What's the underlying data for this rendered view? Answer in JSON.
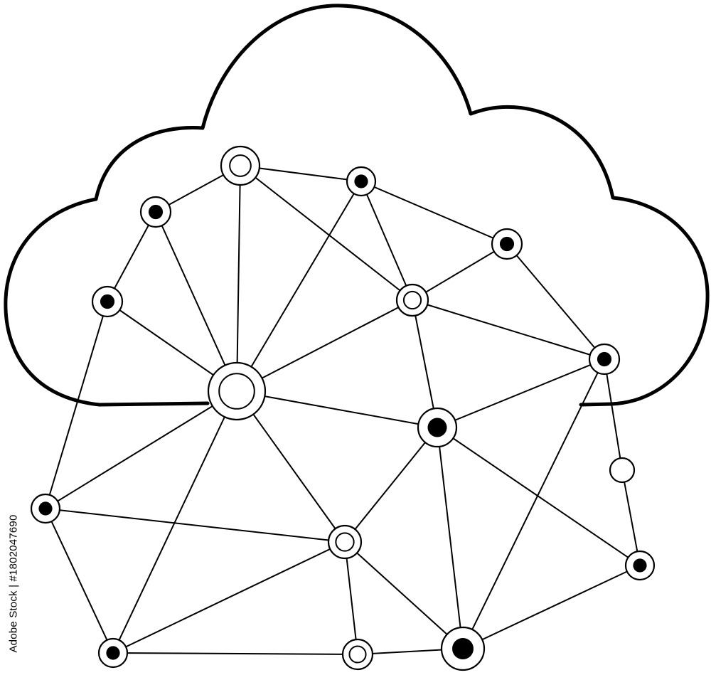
{
  "image": {
    "subject": "cloud-network-icon",
    "style": "black line art on white"
  },
  "stock_id": "Adobe Stock | #1802047690",
  "colors": {
    "line": "#000000",
    "background": "#ffffff"
  },
  "nodes": [
    {
      "id": "n-top",
      "style": "ring"
    },
    {
      "id": "n-topright",
      "style": "dot"
    },
    {
      "id": "n-left-upper",
      "style": "dot"
    },
    {
      "id": "n-left",
      "style": "dot"
    },
    {
      "id": "n-right-upper",
      "style": "dot"
    },
    {
      "id": "n-mid-upper",
      "style": "ring"
    },
    {
      "id": "n-center",
      "style": "ring-large"
    },
    {
      "id": "n-right",
      "style": "dot"
    },
    {
      "id": "n-mid",
      "style": "dot-large"
    },
    {
      "id": "n-far-right",
      "style": "plain"
    },
    {
      "id": "n-far-left",
      "style": "dot"
    },
    {
      "id": "n-mid-lower",
      "style": "ring"
    },
    {
      "id": "n-right-lower",
      "style": "dot"
    },
    {
      "id": "n-bottom-left",
      "style": "dot"
    },
    {
      "id": "n-bottom-mid",
      "style": "ring"
    },
    {
      "id": "n-bottom-right",
      "style": "dot-large"
    }
  ]
}
